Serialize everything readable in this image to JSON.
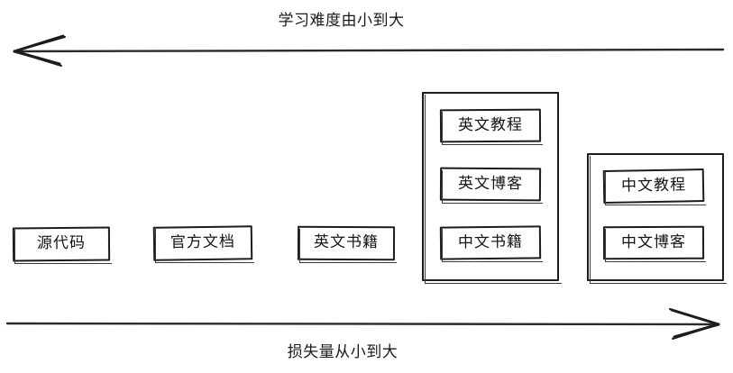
{
  "diagram": {
    "top_axis": {
      "label": "学习难度由小到大",
      "direction": "left",
      "arrow_icon": "arrow-left-icon"
    },
    "bottom_axis": {
      "label": "损失量从小到大",
      "direction": "right",
      "arrow_icon": "arrow-right-icon"
    },
    "colors": {
      "stroke": "#1c1c1c",
      "text": "#141414",
      "background": "#ffffff"
    },
    "nodes": [
      {
        "label": "源代码"
      },
      {
        "label": "官方文档"
      },
      {
        "label": "英文书籍"
      }
    ],
    "groups": [
      {
        "name": "group-english-cluster",
        "items": [
          {
            "label": "英文教程"
          },
          {
            "label": "英文博客"
          },
          {
            "label": "中文书籍"
          }
        ]
      },
      {
        "name": "group-chinese-cluster",
        "items": [
          {
            "label": "中文教程"
          },
          {
            "label": "中文博客"
          }
        ]
      }
    ]
  }
}
